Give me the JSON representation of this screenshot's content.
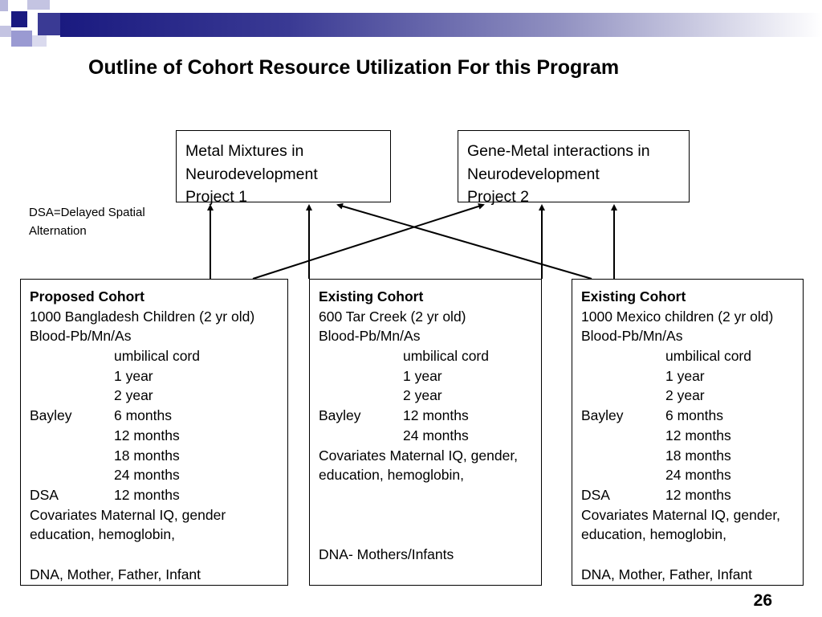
{
  "slide": {
    "title": "Outline of Cohort Resource Utilization For this Program",
    "page_number": "26",
    "colors": {
      "banner_dark": "#1a1a80",
      "banner_light": "#ffffff",
      "square_accent": "#9a9ad2"
    }
  },
  "projects": [
    {
      "lines": [
        "Metal Mixtures in",
        "Neurodevelopment",
        "Project 1"
      ]
    },
    {
      "lines": [
        "Gene-Metal interactions in",
        "Neurodevelopment",
        "Project 2"
      ]
    }
  ],
  "note": {
    "lines": [
      "DSA=Delayed Spatial",
      "Alternation"
    ]
  },
  "cohorts": [
    {
      "heading": "Proposed Cohort",
      "rows": [
        {
          "a": " 1000 Bangladesh Children (2 yr old)",
          "b": ""
        },
        {
          "a": "Blood-Pb/Mn/As",
          "b": ""
        },
        {
          "a": "",
          "b": "umbilical cord"
        },
        {
          "a": "",
          "b": "1 year"
        },
        {
          "a": "",
          "b": "2 year"
        },
        {
          "a": "Bayley",
          "b": "6 months"
        },
        {
          "a": "",
          "b": "12 months"
        },
        {
          "a": "",
          "b": "18 months"
        },
        {
          "a": "",
          "b": "24 months"
        },
        {
          "a": "DSA",
          "b": "12 months"
        },
        {
          "a": "Covariates Maternal IQ, gender",
          "b": ""
        },
        {
          "a": "education, hemoglobin,",
          "b": ""
        },
        {
          "a": "",
          "b": ""
        },
        {
          "a": "DNA, Mother, Father, Infant",
          "b": ""
        }
      ]
    },
    {
      "heading": "Existing Cohort",
      "rows": [
        {
          "a": "600 Tar Creek (2 yr old)",
          "b": ""
        },
        {
          "a": "Blood-Pb/Mn/As",
          "b": ""
        },
        {
          "a": "",
          "b": "umbilical cord"
        },
        {
          "a": "",
          "b": "1 year"
        },
        {
          "a": "",
          "b": "2 year"
        },
        {
          "a": "Bayley",
          "b": "12 months"
        },
        {
          "a": "",
          "b": "24 months"
        },
        {
          "a": "Covariates Maternal IQ, gender,",
          "b": ""
        },
        {
          "a": "education, hemoglobin,",
          "b": ""
        },
        {
          "a": "",
          "b": ""
        },
        {
          "a": "",
          "b": ""
        },
        {
          "a": "",
          "b": ""
        },
        {
          "a": "DNA- Mothers/Infants",
          "b": ""
        }
      ]
    },
    {
      "heading": "Existing Cohort",
      "rows": [
        {
          "a": "1000 Mexico children (2 yr old)",
          "b": ""
        },
        {
          "a": "Blood-Pb/Mn/As",
          "b": ""
        },
        {
          "a": "",
          "b": "umbilical cord"
        },
        {
          "a": "",
          "b": "1 year"
        },
        {
          "a": "",
          "b": "2 year"
        },
        {
          "a": "Bayley",
          "b": "6 months"
        },
        {
          "a": "",
          "b": "12 months"
        },
        {
          "a": "",
          "b": "18 months"
        },
        {
          "a": "",
          "b": "24 months"
        },
        {
          "a": "DSA",
          "b": "12 months"
        },
        {
          "a": "Covariates Maternal IQ, gender,",
          "b": ""
        },
        {
          "a": "education, hemoglobin,",
          "b": ""
        },
        {
          "a": "",
          "b": ""
        },
        {
          "a": "DNA, Mother, Father, Infant",
          "b": ""
        }
      ]
    }
  ]
}
